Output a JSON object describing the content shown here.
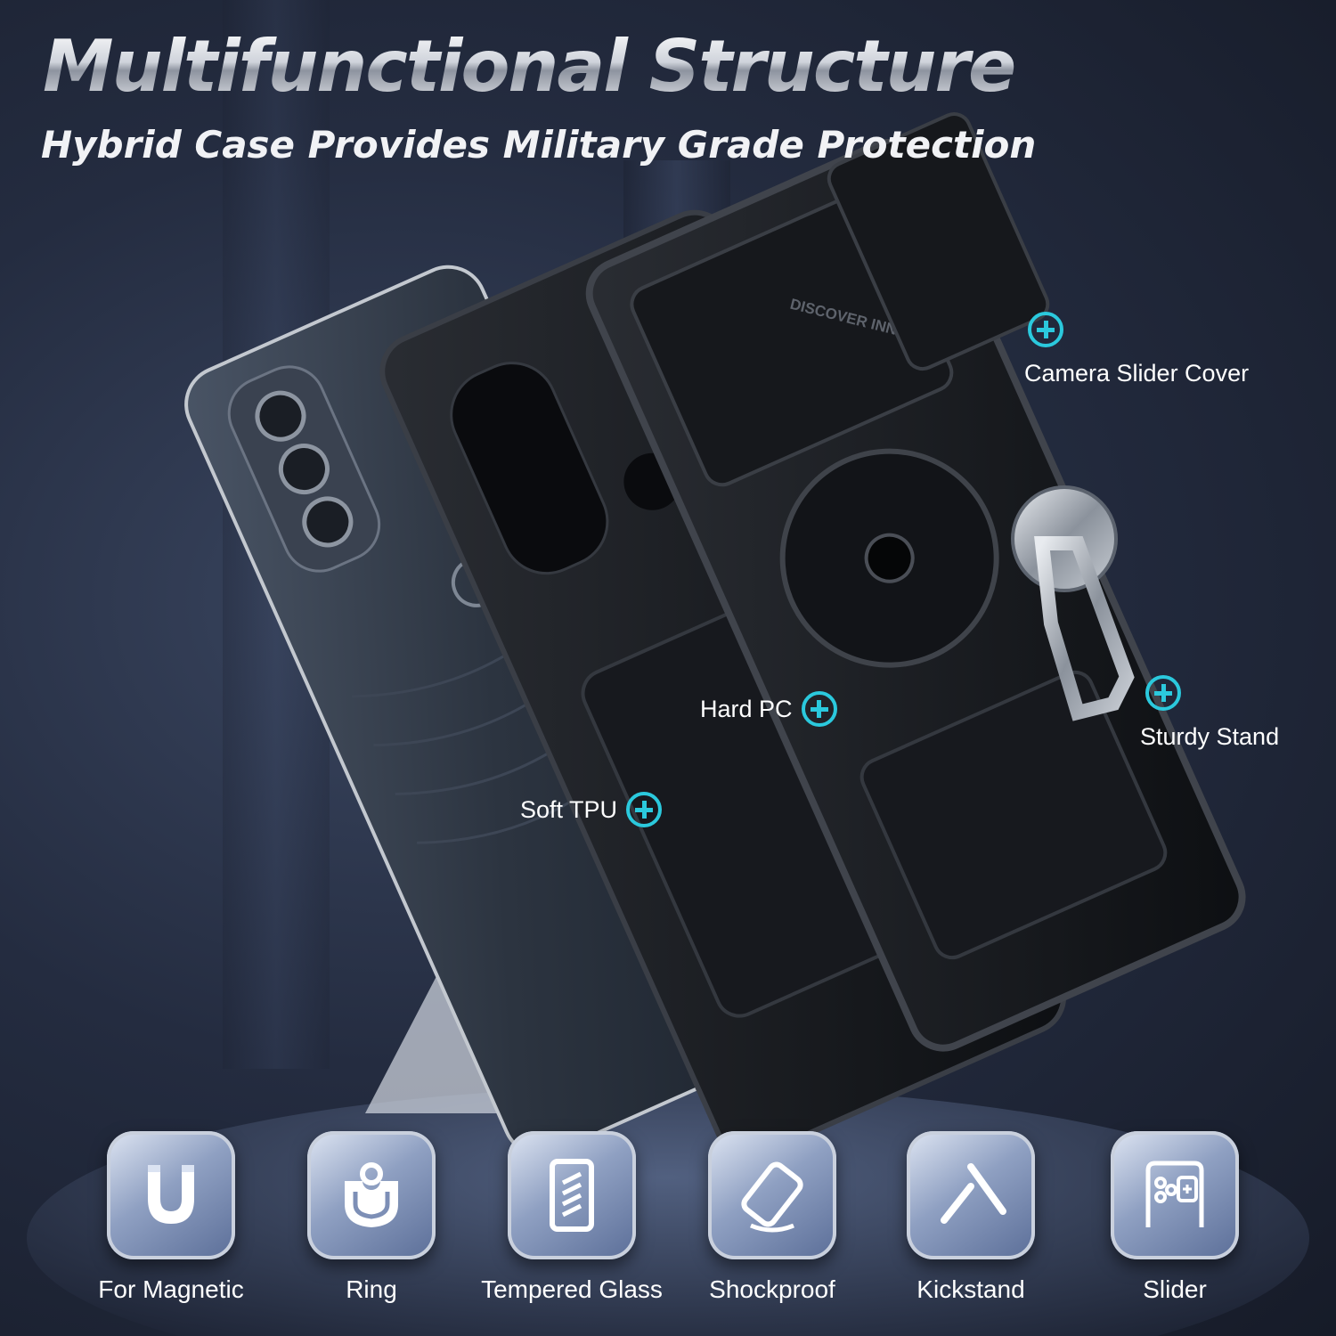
{
  "title": "Multifunctional Structure",
  "subtitle": "Hybrid Case Provides Military Grade Protection",
  "case_text": "DISCOVER INNOVATION",
  "callouts": [
    {
      "label": "Camera Slider Cover",
      "icon": "plus-circle-icon"
    },
    {
      "label": "Sturdy Stand",
      "icon": "plus-circle-icon"
    },
    {
      "label": "Hard PC",
      "icon": "plus-circle-icon"
    },
    {
      "label": "Soft TPU",
      "icon": "plus-circle-icon"
    }
  ],
  "features": [
    {
      "label": "For Magnetic",
      "icon": "magnet-icon"
    },
    {
      "label": "Ring",
      "icon": "ring-icon"
    },
    {
      "label": "Tempered Glass",
      "icon": "tempered-glass-icon"
    },
    {
      "label": "Shockproof",
      "icon": "shockproof-icon"
    },
    {
      "label": "Kickstand",
      "icon": "kickstand-icon"
    },
    {
      "label": "Slider",
      "icon": "slider-icon"
    }
  ],
  "colors": {
    "accent": "#2bc9dd",
    "background": "#242c40",
    "text": "#ffffff"
  }
}
